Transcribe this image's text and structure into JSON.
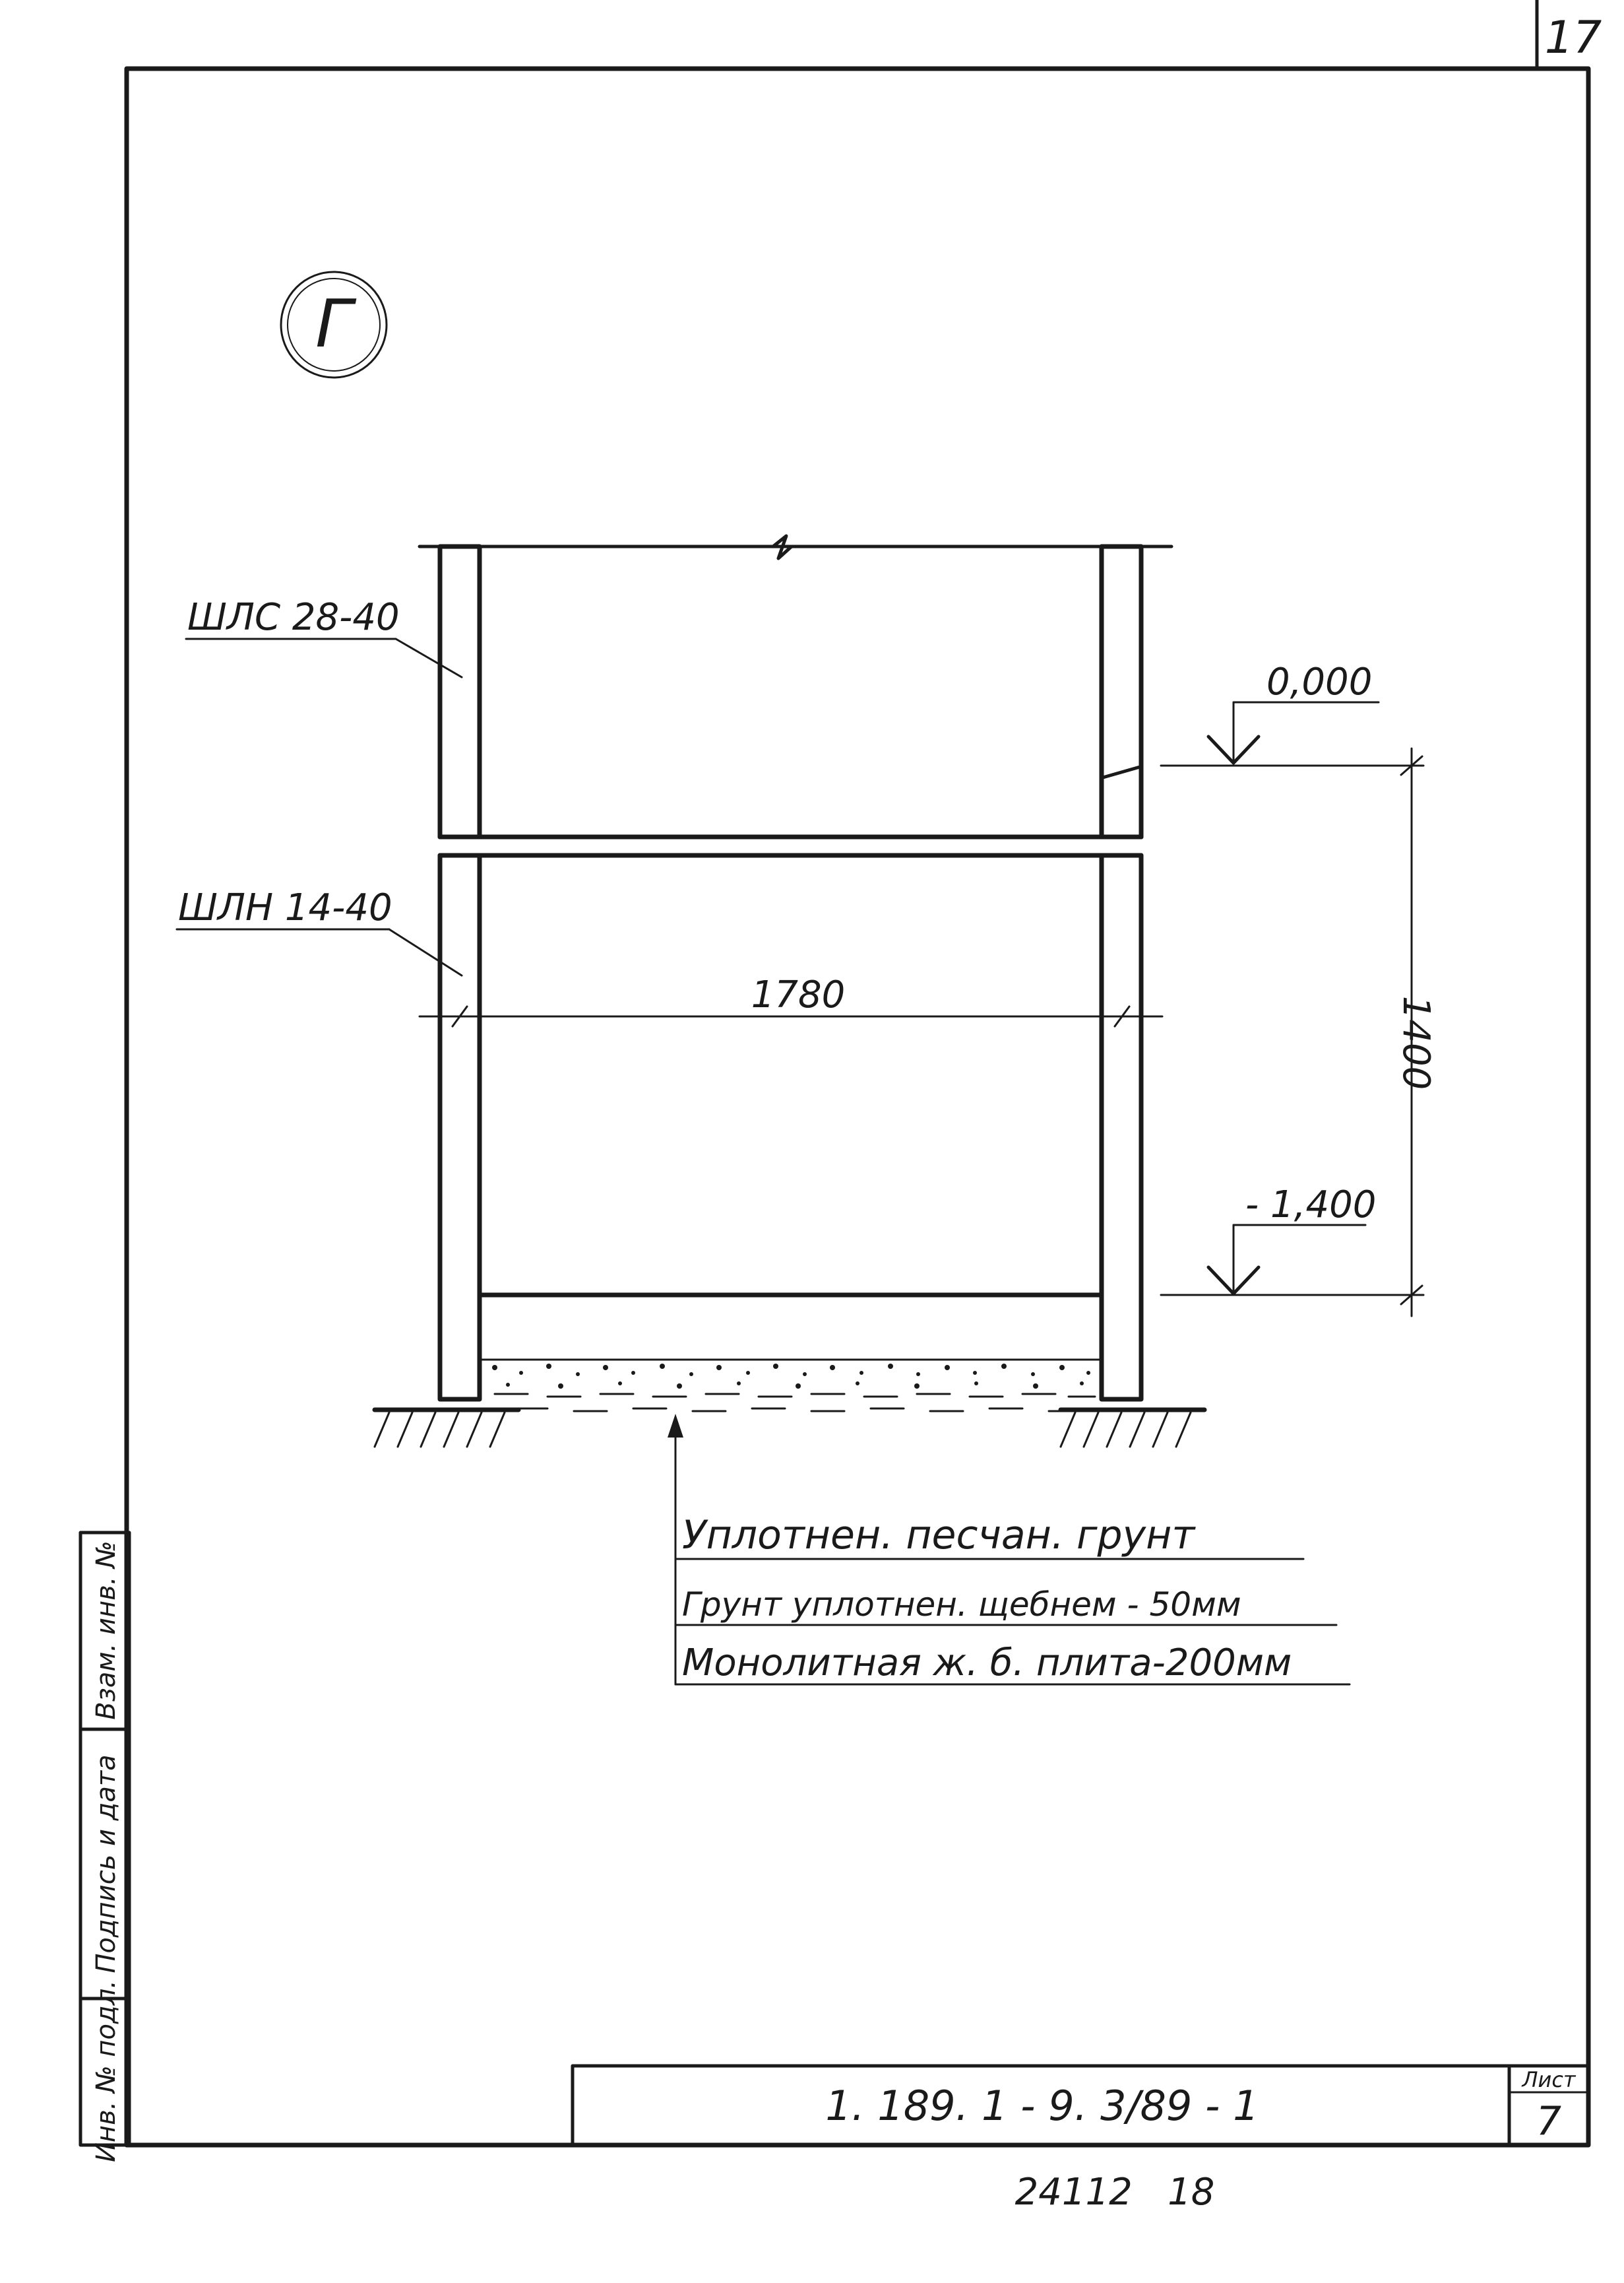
{
  "sheet_corner_number": "17",
  "section_marker": "Г",
  "labels": {
    "upper_ring": "ШЛС 28-40",
    "lower_ring": "ШЛН 14-40"
  },
  "levels": {
    "top": "0,000",
    "bottom": "- 1,400"
  },
  "dimensions": {
    "width": "1780",
    "height": "1400"
  },
  "layers": [
    "Уплотнен. песчан. грунт",
    "Грунт уплотнен. щебнем - 50мм",
    "Монолитная ж. б. плита-200мм"
  ],
  "side_stamp": {
    "cells": [
      "Инв. № подл.",
      "Подпись и дата",
      "Взам. инв. №"
    ]
  },
  "title_block": {
    "designation": "1. 189. 1 - 9. 3/89 - 1",
    "sheet_label": "Лист",
    "sheet_number": "7"
  },
  "bottom_code": "24112   18"
}
